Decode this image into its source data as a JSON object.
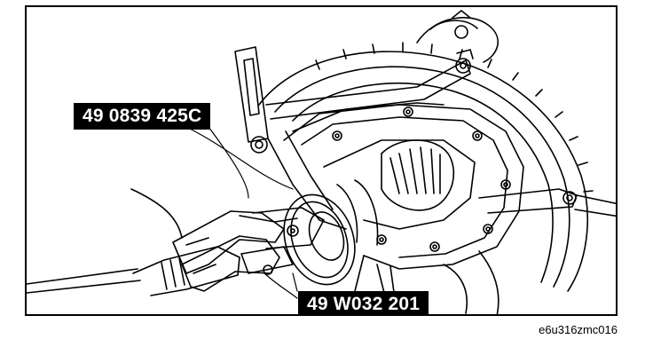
{
  "diagram": {
    "callouts": [
      {
        "id": "tool-1",
        "label": "49 0839 425C"
      },
      {
        "id": "tool-2",
        "label": "49 W032 201"
      }
    ],
    "figure_id": "e6u316zmc016"
  },
  "colors": {
    "line": "#000000",
    "background": "#ffffff",
    "label_bg": "#000000",
    "label_text": "#ffffff"
  }
}
